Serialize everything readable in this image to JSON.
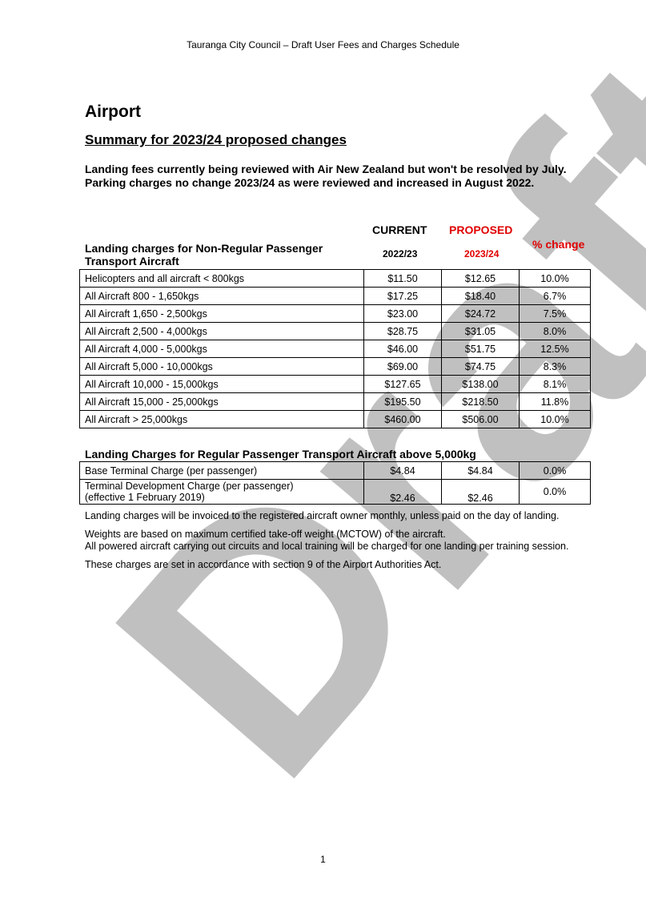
{
  "header": "Tauranga City Council – Draft User Fees and Charges Schedule",
  "title": "Airport",
  "subtitle": "Summary for 2023/24 proposed changes",
  "intro": "Landing fees currently being reviewed with Air New Zealand but won't be resolved by July. Parking charges no change 2023/24 as were reviewed and increased in August 2022.",
  "watermark": "Draft",
  "columns": {
    "current": "CURRENT",
    "proposed": "PROPOSED",
    "change": "% change",
    "current_year": "2022/23",
    "proposed_year": "2023/24"
  },
  "section1": {
    "title": "Landing charges for Non-Regular Passenger Transport Aircraft",
    "rows": [
      {
        "label": "Helicopters and all aircraft < 800kgs",
        "current": "$11.50",
        "proposed": "$12.65",
        "change": "10.0%"
      },
      {
        "label": "All Aircraft 800 - 1,650kgs",
        "current": "$17.25",
        "proposed": "$18.40",
        "change": "6.7%"
      },
      {
        "label": "All Aircraft 1,650 - 2,500kgs",
        "current": "$23.00",
        "proposed": "$24.72",
        "change": "7.5%"
      },
      {
        "label": "All Aircraft 2,500 - 4,000kgs",
        "current": "$28.75",
        "proposed": "$31.05",
        "change": "8.0%"
      },
      {
        "label": "All Aircraft 4,000 - 5,000kgs",
        "current": "$46.00",
        "proposed": "$51.75",
        "change": "12.5%"
      },
      {
        "label": "All Aircraft 5,000 - 10,000kgs",
        "current": "$69.00",
        "proposed": "$74.75",
        "change": "8.3%"
      },
      {
        "label": "All Aircraft 10,000 - 15,000kgs",
        "current": "$127.65",
        "proposed": "$138.00",
        "change": "8.1%"
      },
      {
        "label": "All Aircraft 15,000 - 25,000kgs",
        "current": "$195.50",
        "proposed": "$218.50",
        "change": "11.8%"
      },
      {
        "label": "All Aircraft > 25,000kgs",
        "current": "$460.00",
        "proposed": "$506.00",
        "change": "10.0%"
      }
    ]
  },
  "section2": {
    "title": "Landing Charges for Regular Passenger Transport Aircraft above 5,000kg",
    "rows": [
      {
        "label_line1": "Base Terminal Charge (per passenger)",
        "label_line2": "",
        "current": "$4.84",
        "proposed": "$4.84",
        "change": "0.0%"
      },
      {
        "label_line1": "Terminal Development Charge (per passenger)",
        "label_line2": "(effective 1 February 2019)",
        "current": "$2.46",
        "proposed": "$2.46",
        "change": "0.0%"
      }
    ]
  },
  "notes": [
    "Landing charges will be invoiced to the registered aircraft owner monthly, unless paid on the day of landing.",
    "Weights are based on maximum certified take-off weight (MCTOW) of the aircraft.",
    "All powered aircraft carrying out circuits and local training will be charged for one landing per training session.",
    "These charges are set in accordance with section 9 of the Airport Authorities Act."
  ],
  "page_number": "1"
}
